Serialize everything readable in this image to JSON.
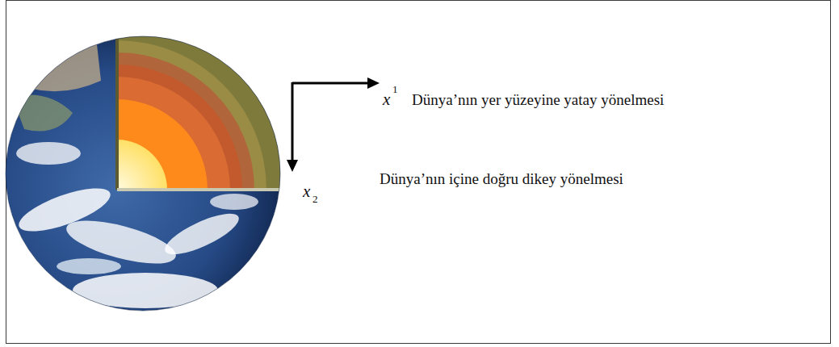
{
  "diagram": {
    "labels": [
      "x",
      "1",
      "Dünya’nın yer yüzeyine yatay yönelmesi",
      "x",
      "2",
      "Dünya’nın içine doğru dikey yönelmesi"
    ]
  }
}
